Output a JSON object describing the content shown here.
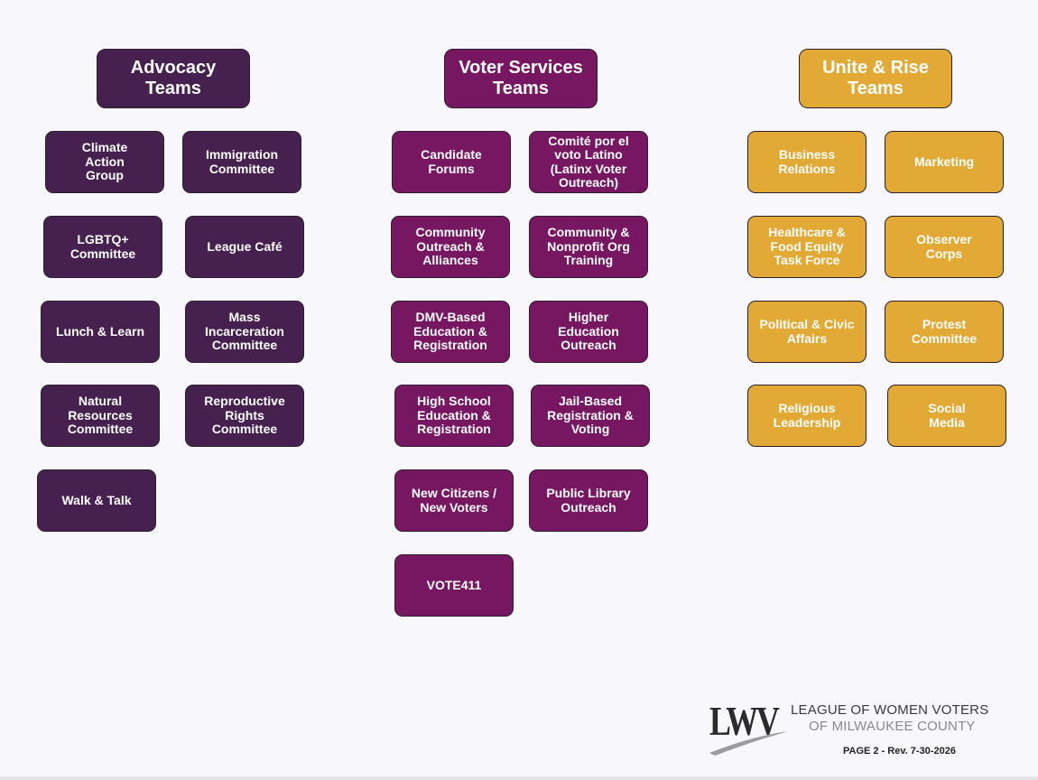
{
  "columns": {
    "advocacy": {
      "header": "Advocacy\nTeams",
      "items": [
        "Climate\nAction\nGroup",
        "Immigration\nCommittee",
        "LGBTQ+\nCommittee",
        "League Café",
        "Lunch & Learn",
        "Mass\nIncarceration\nCommittee",
        "Natural\nResources\nCommittee",
        "Reproductive\nRights\nCommittee",
        "Walk & Talk"
      ]
    },
    "voter_services": {
      "header": "Voter Services\nTeams",
      "items": [
        "Candidate\nForums",
        "Comité por el\nvoto Latino\n(Latinx Voter\nOutreach)",
        "Community\nOutreach &\nAlliances",
        "Community &\nNonprofit Org\nTraining",
        "DMV-Based\nEducation &\nRegistration",
        "Higher\nEducation\nOutreach",
        "High School\nEducation &\nRegistration",
        "Jail-Based\nRegistration &\nVoting",
        "New Citizens /\nNew Voters",
        "Public Library\nOutreach",
        "VOTE411"
      ]
    },
    "unite_rise": {
      "header": "Unite & Rise\nTeams",
      "items": [
        "Business\nRelations",
        "Marketing",
        "Healthcare &\nFood Equity\nTask Force",
        "Observer\nCorps",
        "Political & Civic\nAffairs",
        "Protest\nCommittee",
        "Religious\nLeadership",
        "Social\nMedia"
      ]
    }
  },
  "footer": {
    "logo_mark": "LWV",
    "org_line1": "LEAGUE OF WOMEN VOTERS",
    "org_line2": "OF MILWAUKEE COUNTY",
    "page_note": "PAGE 2 - Rev. 7-30-2026"
  },
  "colors": {
    "advocacy": "#46214f",
    "voter_services": "#771661",
    "unite_rise": "#e2a934",
    "border": "#2c2030"
  }
}
